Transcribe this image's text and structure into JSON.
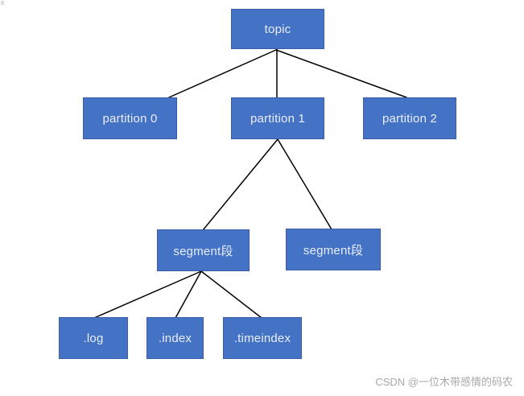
{
  "diagram": {
    "type": "tree",
    "nodes": {
      "topic": {
        "label": "topic"
      },
      "partition0": {
        "label": "partition 0"
      },
      "partition1": {
        "label": "partition 1"
      },
      "partition2": {
        "label": "partition 2"
      },
      "segment_left": {
        "label": "segment段"
      },
      "segment_right": {
        "label": "segment段"
      },
      "log": {
        "label": ".log"
      },
      "index": {
        "label": ".index"
      },
      "timeindex": {
        "label": ".timeindex"
      }
    },
    "edges": [
      {
        "from": "topic",
        "to": "partition0"
      },
      {
        "from": "topic",
        "to": "partition1"
      },
      {
        "from": "topic",
        "to": "partition2"
      },
      {
        "from": "partition1",
        "to": "segment_left"
      },
      {
        "from": "partition1",
        "to": "segment_right"
      },
      {
        "from": "segment_left",
        "to": "log"
      },
      {
        "from": "segment_left",
        "to": "index"
      },
      {
        "from": "segment_left",
        "to": "timeindex"
      }
    ],
    "colors": {
      "node_fill": "#4472c4",
      "node_border": "#3a5ca8",
      "node_text": "#e9eef8",
      "connector": "#000000"
    }
  },
  "watermark": {
    "text": "CSDN @一位木带感情的码农",
    "color": "#a8a8a8"
  }
}
